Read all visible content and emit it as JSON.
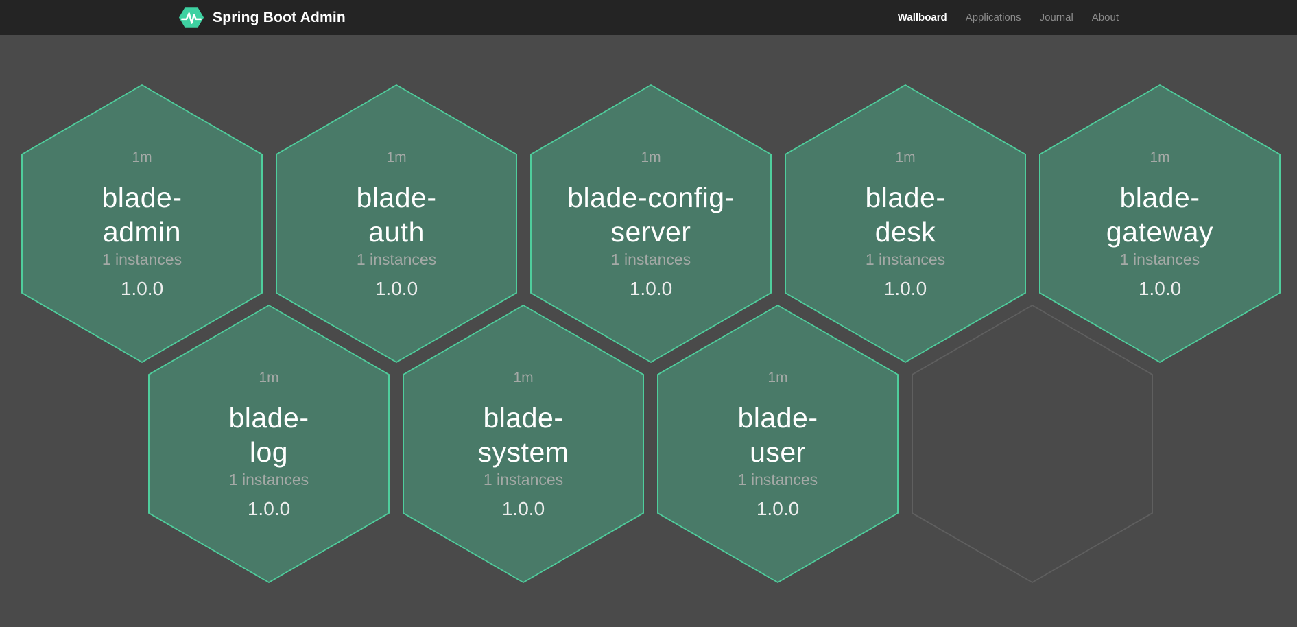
{
  "navbar": {
    "brand": {
      "title": "Spring Boot Admin",
      "logo_color": "#3ed1a1"
    },
    "links": [
      {
        "label": "Wallboard",
        "active": true
      },
      {
        "label": "Applications",
        "active": false
      },
      {
        "label": "Journal",
        "active": false
      },
      {
        "label": "About",
        "active": false
      }
    ]
  },
  "wallboard": {
    "colors": {
      "background": "#4a4a4a",
      "navbar_background": "#242424",
      "hexagon_fill": "#497a68",
      "hexagon_border": "#4fcd9c",
      "empty_hexagon_border": "#5f5f5f",
      "name_text": "#ffffff",
      "muted_text": "#a4a9a6"
    },
    "apps": [
      {
        "name": "blade-admin",
        "name_lines": [
          "blade-",
          "admin"
        ],
        "uptime": "1m",
        "instances": "1 instances",
        "version": "1.0.0"
      },
      {
        "name": "blade-auth",
        "name_lines": [
          "blade-",
          "auth"
        ],
        "uptime": "1m",
        "instances": "1 instances",
        "version": "1.0.0"
      },
      {
        "name": "blade-config-server",
        "name_lines": [
          "blade-config-",
          "server"
        ],
        "uptime": "1m",
        "instances": "1 instances",
        "version": "1.0.0"
      },
      {
        "name": "blade-desk",
        "name_lines": [
          "blade-",
          "desk"
        ],
        "uptime": "1m",
        "instances": "1 instances",
        "version": "1.0.0"
      },
      {
        "name": "blade-gateway",
        "name_lines": [
          "blade-",
          "gateway"
        ],
        "uptime": "1m",
        "instances": "1 instances",
        "version": "1.0.0"
      },
      {
        "name": "blade-log",
        "name_lines": [
          "blade-",
          "log"
        ],
        "uptime": "1m",
        "instances": "1 instances",
        "version": "1.0.0"
      },
      {
        "name": "blade-system",
        "name_lines": [
          "blade-",
          "system"
        ],
        "uptime": "1m",
        "instances": "1 instances",
        "version": "1.0.0"
      },
      {
        "name": "blade-user",
        "name_lines": [
          "blade-",
          "user"
        ],
        "uptime": "1m",
        "instances": "1 instances",
        "version": "1.0.0"
      }
    ],
    "empty_slots": [
      {
        "row": 1,
        "col": 3
      }
    ]
  }
}
